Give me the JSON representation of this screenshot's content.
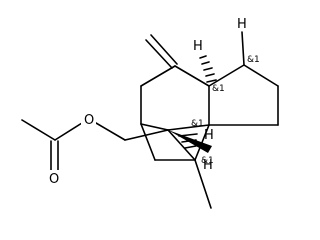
{
  "molecule": {
    "atoms": {
      "oxygen_ester": "O",
      "oxygen_carbonyl": "O",
      "h_top_right": "H",
      "h_bridge_top": "H",
      "h_bridge_mid": "H",
      "h_bridge_low": "H"
    },
    "stereo_labels": {
      "top_right": "&1",
      "upper_mid": "&1",
      "center": "&1",
      "lower": "&1"
    }
  }
}
